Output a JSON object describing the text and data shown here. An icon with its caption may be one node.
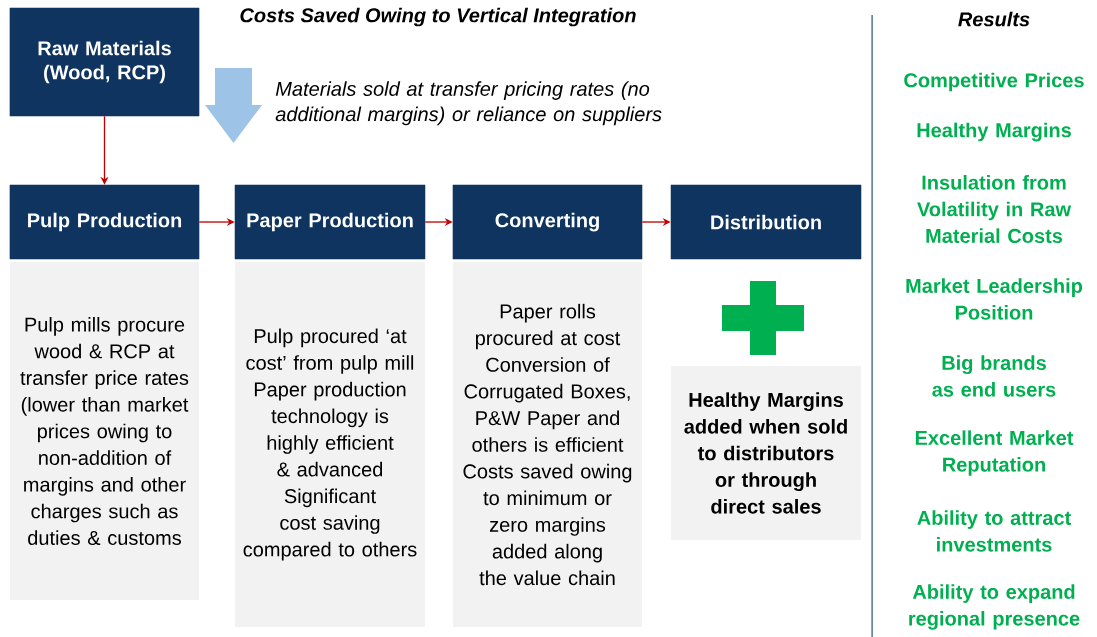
{
  "diagram": {
    "title": "Costs Saved Owing to Vertical Integration",
    "nodes": [
      {
        "text": [
          "Raw Materials (Wood, RCP)"
        ]
      },
      {
        "text": [
          "Pulp Production"
        ]
      },
      {
        "text": [
          "Paper Production"
        ]
      },
      {
        "text": [
          "Converting"
        ]
      },
      {
        "text": [
          "Distribution"
        ]
      },
      {
        "text": [
          "Pulp mills procure wood & RCP at transfer price rates (lower than market prices owing to non-addition of margins and other charges such as duties & customs"
        ]
      },
      {
        "text": [
          "Pulp procured ‘at cost’ from pulp mill",
          "Paper production technology is highly efficient & advanced",
          "Significant cost saving compared to others"
        ]
      },
      {
        "text": [
          "Paper rolls procured at cost",
          "Conversion of Corrugated Boxes, P&W Paper and others is efficient",
          "Costs saved owing to minimum or zero margins added along the value chain"
        ]
      },
      {
        "text": [
          "Healthy Margins added when sold to distributors or through direct sales"
        ]
      }
    ],
    "edges": [
      {
        "from": 0,
        "to": 1,
        "arrow": "to"
      },
      {
        "from": 1,
        "to": 2,
        "arrow": "to"
      },
      {
        "from": 2,
        "to": 3,
        "arrow": "to"
      },
      {
        "from": 3,
        "to": 4,
        "arrow": "to"
      }
    ],
    "labels": [
      "Materials sold at transfer pricing rates (no additional margins) or reliance on suppliers",
      "Results",
      "Competitive Prices",
      "Healthy Margins",
      "Insulation from Volatility in Raw Material Costs",
      "Market Leadership Position",
      "Big brands as end users",
      "Excellent Market Reputation",
      "Ability to attract investments",
      "Ability to expand regional presence"
    ]
  }
}
